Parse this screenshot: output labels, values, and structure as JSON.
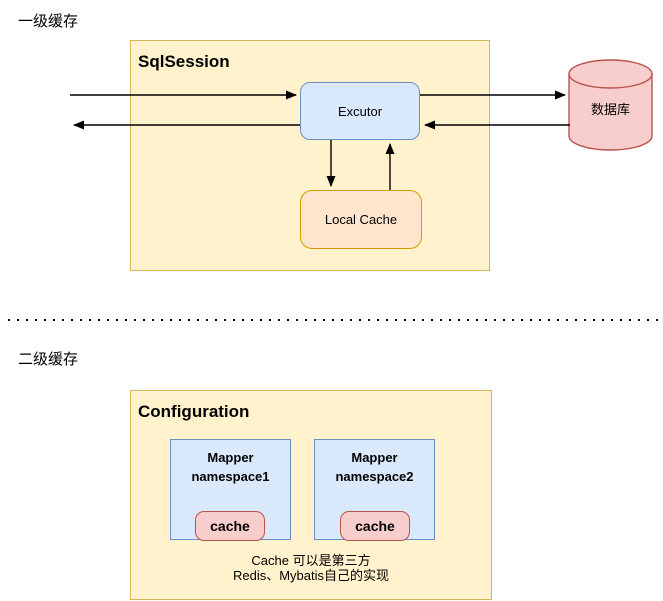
{
  "section_level1": {
    "label": "一级缓存",
    "sqlsession": {
      "title": "SqlSession"
    },
    "executor": {
      "label": "Excutor"
    },
    "local_cache": {
      "label": "Local Cache"
    },
    "database": {
      "label": "数据库"
    }
  },
  "section_level2": {
    "label": "二级缓存",
    "configuration": {
      "title": "Configuration"
    },
    "mappers": [
      {
        "line1": "Mapper",
        "line2": "namespace1",
        "cache_label": "cache"
      },
      {
        "line1": "Mapper",
        "line2": "namespace2",
        "cache_label": "cache"
      }
    ],
    "note_line1": "Cache 可以是第三方",
    "note_line2": "Redis、Mybatis自己的实现"
  },
  "colors": {
    "yellow_fill": "#FFF2CC",
    "yellow_border": "#D6B656",
    "blue_fill": "#DAE8FC",
    "blue_border": "#6C8EBF",
    "orange_fill": "#FFE6CC",
    "orange_border": "#D79B00",
    "red_fill": "#F8CECC",
    "red_border": "#B85450",
    "arrow": "#000000"
  }
}
